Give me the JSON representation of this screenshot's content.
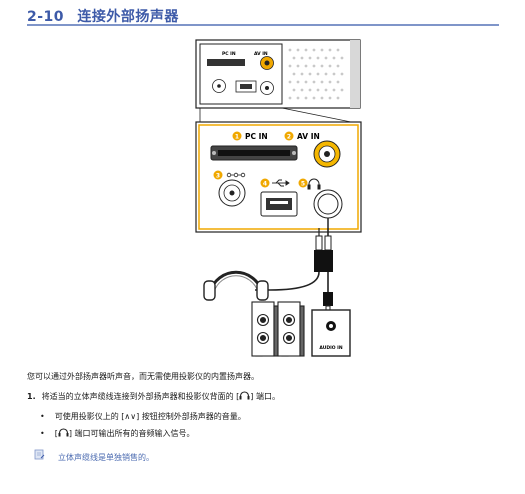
{
  "section": {
    "number": "2-10",
    "title": "连接外部扬声器"
  },
  "diagram": {
    "ports": {
      "pc_in": "PC IN",
      "av_in": "AV IN",
      "audio_in": "AUDIO IN"
    },
    "badges": [
      "1",
      "2",
      "3",
      "4",
      "5"
    ],
    "accent_color": "#f0a800"
  },
  "body": {
    "intro": "您可以通过外部扬声器听声音，而无需使用投影仪的内置扬声器。",
    "step": {
      "number": "1.",
      "text_before": "将适当的立体声缆线连接到外部扬声器和投影仪背面的 [",
      "text_after": "] 端口。"
    },
    "bullets": [
      {
        "before": "可使用投影仪上的 [",
        "symbol": "∧∨",
        "after": "] 按钮控制外部扬声器的音量。"
      },
      {
        "before": "[",
        "after": "] 端口可输出所有的音频输入信号。"
      }
    ],
    "note": "立体声缆线是单独销售的。"
  }
}
